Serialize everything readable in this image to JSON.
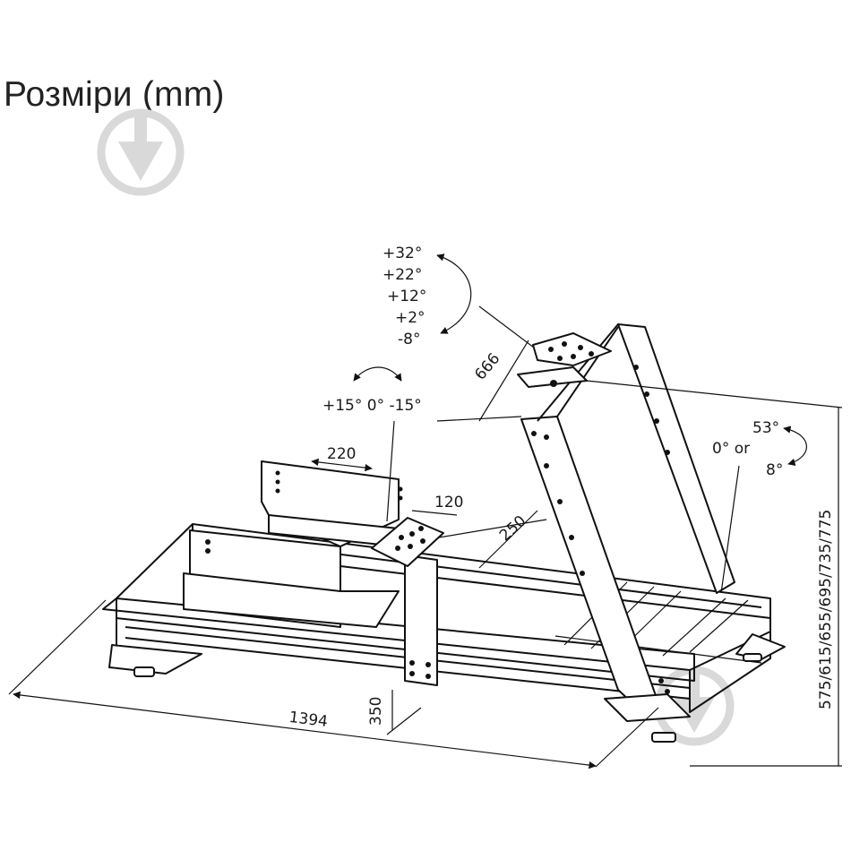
{
  "title": "Розміри (mm)",
  "dimensions": {
    "length": "1394",
    "seat_width": "220",
    "pedal_plate": "120",
    "pedal_depth": "250",
    "pedal_height": "350",
    "wheel_reach": "666",
    "height_range": "575/615/655/695/735/775"
  },
  "angles": {
    "wheel_tilt": [
      "+32°",
      "+22°",
      "+12°",
      "+2°",
      "-8°"
    ],
    "pedal_rotation": "+15° 0° -15°",
    "upright_max": "53°",
    "upright_base": "0° or",
    "upright_min": "8°"
  },
  "watermark_icon": "download-arrow-icon"
}
